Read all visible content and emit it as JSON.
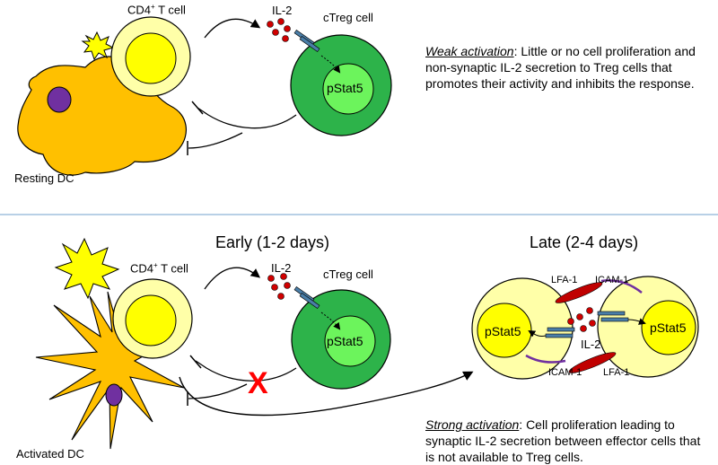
{
  "top": {
    "cd4_label": "CD4",
    "cd4_sup": "+",
    "cd4_suffix": " T cell",
    "il2_label": "IL-2",
    "treg_label": "cTreg cell",
    "pstat_label": "pStat5",
    "dc_label": "Resting DC",
    "desc_title": "Weak activation",
    "desc_body": ":  Little or no cell proliferation and non-synaptic IL-2 secretion to Treg cells that promotes their activity and inhibits the response."
  },
  "bottom": {
    "early_title": "Early (1-2 days)",
    "late_title": "Late (2-4 days)",
    "cd4_label": "CD4",
    "cd4_sup": "+",
    "cd4_suffix": " T cell",
    "il2_label": "IL-2",
    "treg_label": "cTreg cell",
    "pstat_label": "pStat5",
    "dc_label": "Activated DC",
    "block_mark": "X",
    "lfa1_top": "LFA-1",
    "icam1_top": "ICAM-1",
    "lfa1_bottom": "LFA-1",
    "icam1_bottom": "ICAM-1",
    "il2_center": "IL-2",
    "pstat_left": "pStat5",
    "pstat_right": "pStat5",
    "desc_title": "Strong activation",
    "desc_body": ":  Cell proliferation leading to synaptic IL-2 secretion between effector cells that is not available to Treg cells."
  },
  "colors": {
    "tcell_outer": "#ffffa8",
    "tcell_inner": "#ffff00",
    "treg_outer": "#2db34a",
    "treg_inner": "#6cf45c",
    "dc": "#ffc000",
    "nucleus": "#7030a0",
    "il2": "#d00000",
    "receptor": "#4a7ea8",
    "divider": "#8eb4d8",
    "block": "#ff0000"
  }
}
